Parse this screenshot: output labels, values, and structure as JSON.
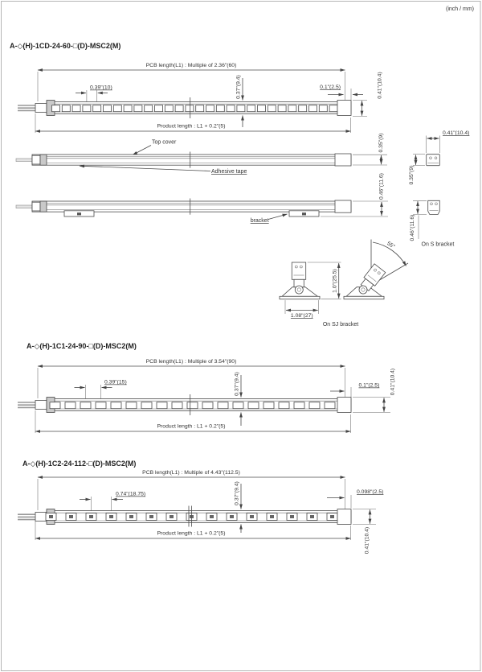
{
  "footnote": "(inch / mm)",
  "s1": {
    "title": "A-◇(H)-1CD-24-60-□(D)-MSC2(M)",
    "pcb_length": "PCB length(L1) : Multiple of 2.36\"(60)",
    "pitch": "0.39\"(10)",
    "pcb_width": "0.37\"(9.4)",
    "end_gap": "0.1\"(2.5)",
    "overall_width": "0.41\"(10.4)",
    "product_length": "Product length : L1 + 0.2\"(5)",
    "led_count": 28,
    "top_cover": "Top cover",
    "adhesive_tape": "Adhesive tape",
    "cover_height": "0.35\"(9)",
    "bracket": "bracket",
    "bracket_height": "0.46\"(11.6)",
    "cs_top": {
      "width": "0.41\"(10.4)",
      "height": "0.35\"(9)"
    },
    "cs_bottom": {
      "height": "0.46\"(11.6)",
      "caption": "On S bracket"
    },
    "sj": {
      "angle": "55°",
      "height": "1.0\"(25.5)",
      "width": "1.08\"(27)",
      "caption": "On SJ bracket"
    }
  },
  "s2": {
    "title": "A-◇(H)-1C1-24-90-□(D)-MSC2(M)",
    "pcb_length": "PCB length(L1) : Multiple of 3.54\"(90)",
    "pitch": "0.39\"(15)",
    "pcb_width": "0.37\"(9.4)",
    "end_gap": "0.1\"(2.5)",
    "overall_width": "0.41\"(10.4)",
    "product_length": "Product length : L1 + 0.2\"(5)",
    "led_count": 19
  },
  "s3": {
    "title": "A-◇(H)-1C2-24-112-□(D)-MSC2(M)",
    "pcb_length": "PCB length(L1) : Multiple of 4.43\"(112.5)",
    "pitch": "0.74\"(18.75)",
    "pcb_width": "0.37\"(9.4)",
    "end_gap": "0.098\"(2.5)",
    "overall_width": "0.41\"(10.4)",
    "product_length": "Product length : L1 + 0.2\"(5)",
    "led_count": 15
  }
}
